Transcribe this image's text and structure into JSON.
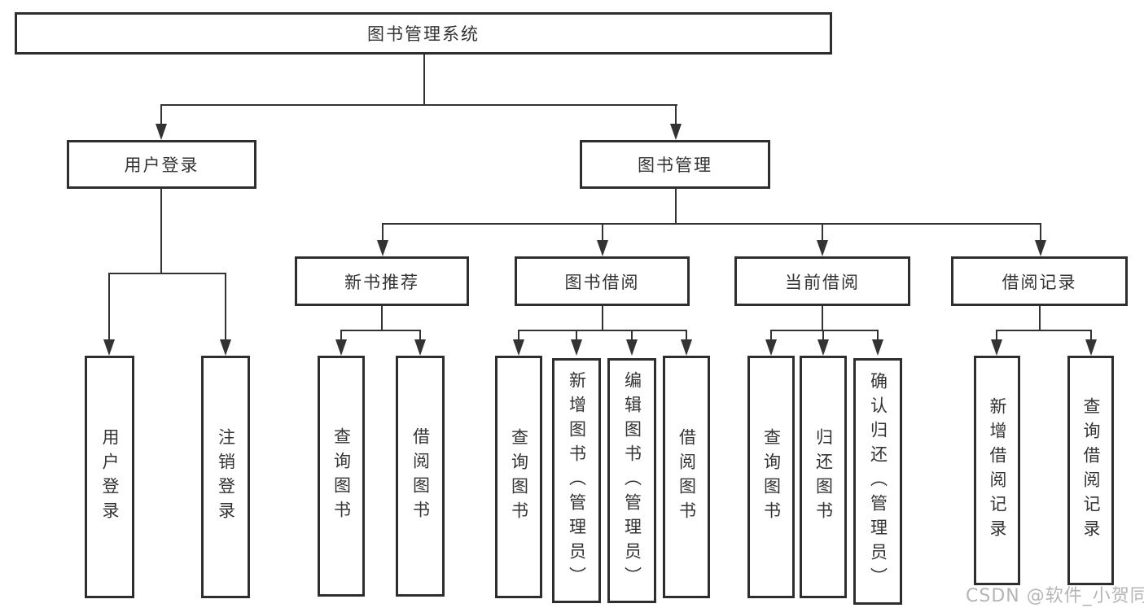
{
  "page": {
    "background": "#ffffff",
    "watermark": "CSDN @软件_小贺同学"
  },
  "colors": {
    "line": "#333333",
    "box_border": "#2e2e2e",
    "box_background": "#ffffff",
    "text": "#333333",
    "watermark": "#b5b5b5"
  },
  "diagram": {
    "type": "hierarchy-tree",
    "root": {
      "label": "图书管理系统"
    },
    "level2": [
      {
        "label": "用户登录"
      },
      {
        "label": "图书管理"
      }
    ],
    "level3": [
      {
        "label": "新书推荐"
      },
      {
        "label": "图书借阅"
      },
      {
        "label": "当前借阅"
      },
      {
        "label": "借阅记录"
      }
    ],
    "leaves": {
      "user_login": [
        {
          "label": "用户登录"
        },
        {
          "label": "注销登录"
        }
      ],
      "new_book_rec": [
        {
          "label": "查询图书"
        },
        {
          "label": "借阅图书"
        }
      ],
      "book_borrow": [
        {
          "label": "查询图书"
        },
        {
          "label": "新增图书（管理员）"
        },
        {
          "label": "编辑图书（管理员）"
        },
        {
          "label": "借阅图书"
        }
      ],
      "current_borrow": [
        {
          "label": "查询图书"
        },
        {
          "label": "归还图书"
        },
        {
          "label": "确认归还（管理员）"
        }
      ],
      "borrow_record": [
        {
          "label": "新增借阅记录"
        },
        {
          "label": "查询借阅记录"
        }
      ]
    }
  }
}
